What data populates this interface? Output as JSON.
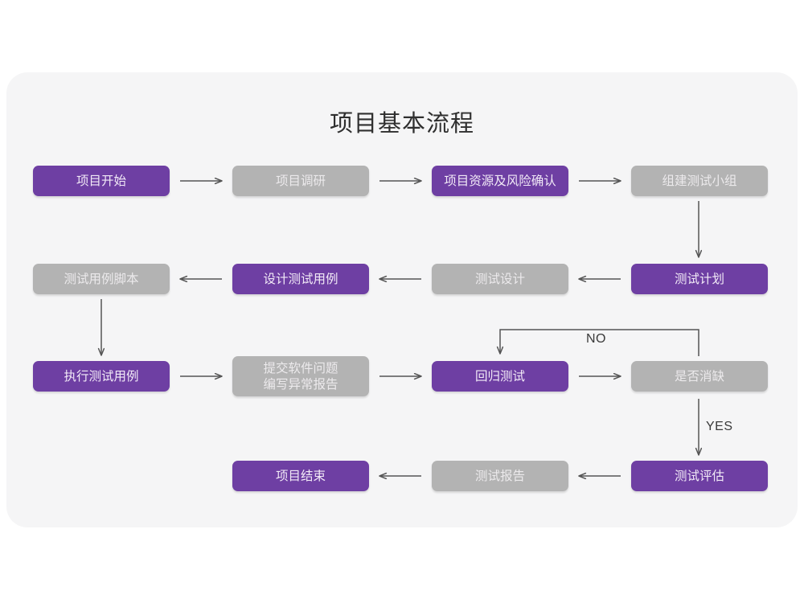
{
  "diagram": {
    "title": "项目基本流程",
    "colors": {
      "background": "#ffffff",
      "panel": "#f5f5f6",
      "purple": "#6e3fa3",
      "gray": "#b3b3b3",
      "arrow": "#555555",
      "title_text": "#2f2f2f"
    },
    "nodes": [
      {
        "id": "n1",
        "label": "项目开始",
        "style": "purple",
        "row": 1,
        "col": 1
      },
      {
        "id": "n2",
        "label": "项目调研",
        "style": "gray",
        "row": 1,
        "col": 2
      },
      {
        "id": "n3",
        "label": "项目资源及风险确认",
        "style": "purple",
        "row": 1,
        "col": 3
      },
      {
        "id": "n4",
        "label": "组建测试小组",
        "style": "gray",
        "row": 1,
        "col": 4
      },
      {
        "id": "n5",
        "label": "测试用例脚本",
        "style": "gray",
        "row": 2,
        "col": 1
      },
      {
        "id": "n6",
        "label": "设计测试用例",
        "style": "purple",
        "row": 2,
        "col": 2
      },
      {
        "id": "n7",
        "label": "测试设计",
        "style": "gray",
        "row": 2,
        "col": 3
      },
      {
        "id": "n8",
        "label": "测试计划",
        "style": "purple",
        "row": 2,
        "col": 4
      },
      {
        "id": "n9",
        "label": "执行测试用例",
        "style": "purple",
        "row": 3,
        "col": 1
      },
      {
        "id": "n10",
        "label": "提交软件问题\n编写异常报告",
        "style": "gray",
        "row": 3,
        "col": 2
      },
      {
        "id": "n11",
        "label": "回归测试",
        "style": "purple",
        "row": 3,
        "col": 3
      },
      {
        "id": "n12",
        "label": "是否消缺",
        "style": "gray",
        "row": 3,
        "col": 4
      },
      {
        "id": "n13",
        "label": "项目结束",
        "style": "purple",
        "row": 4,
        "col": 2
      },
      {
        "id": "n14",
        "label": "测试报告",
        "style": "gray",
        "row": 4,
        "col": 3
      },
      {
        "id": "n15",
        "label": "测试评估",
        "style": "purple",
        "row": 4,
        "col": 4
      }
    ],
    "edge_labels": {
      "no": "NO",
      "yes": "YES"
    }
  }
}
